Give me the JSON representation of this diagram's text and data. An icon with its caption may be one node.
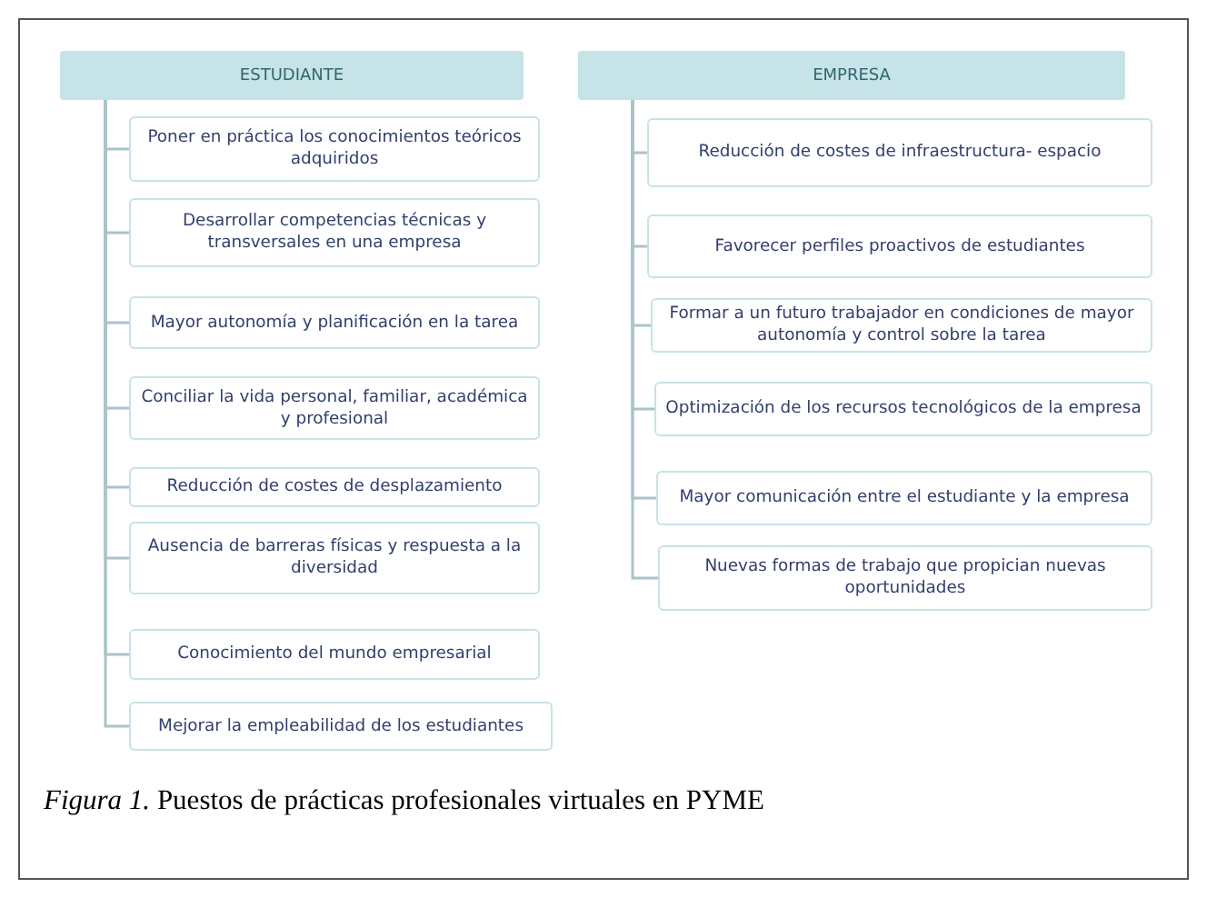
{
  "diagram": {
    "caption": "*Figura 1.* Puestos de prácticas profesionales virtuales en PYME",
    "nodes": [
      {
        "text": [
          "ESTUDIANTE"
        ]
      },
      {
        "text": [
          "Poner en práctica los conocimientos teóricos adquiridos"
        ]
      },
      {
        "text": [
          "Desarrollar competencias técnicas y transversales en una empresa"
        ]
      },
      {
        "text": [
          "Mayor autonomía y planificación en la tarea"
        ]
      },
      {
        "text": [
          "Conciliar la vida personal, familiar, académica y profesional"
        ]
      },
      {
        "text": [
          "Reducción de costes de desplazamiento"
        ]
      },
      {
        "text": [
          "Ausencia de barreras físicas y respuesta a la diversidad"
        ]
      },
      {
        "text": [
          "Conocimiento del mundo empresarial"
        ]
      },
      {
        "text": [
          "Mejorar la empleabilidad de los estudiantes"
        ]
      },
      {
        "text": [
          "EMPRESA"
        ]
      },
      {
        "text": [
          "Reducción de costes de infraestructura- espacio"
        ]
      },
      {
        "text": [
          "Favorecer perfiles proactivos de estudiantes"
        ]
      },
      {
        "text": [
          "Formar a un futuro trabajador en condiciones de mayor autonomía y control sobre la tarea"
        ]
      },
      {
        "text": [
          "Optimización de los recursos tecnológicos de la empresa"
        ]
      },
      {
        "text": [
          "Mayor comunicación entre el estudiante y la empresa"
        ]
      },
      {
        "text": [
          "Nuevas formas de trabajo que propician nuevas oportunidades"
        ]
      }
    ],
    "edges": [
      {
        "from": 0,
        "to": 1,
        "arrow": "none"
      },
      {
        "from": 0,
        "to": 2,
        "arrow": "none"
      },
      {
        "from": 0,
        "to": 3,
        "arrow": "none"
      },
      {
        "from": 0,
        "to": 4,
        "arrow": "none"
      },
      {
        "from": 0,
        "to": 5,
        "arrow": "none"
      },
      {
        "from": 0,
        "to": 6,
        "arrow": "none"
      },
      {
        "from": 0,
        "to": 7,
        "arrow": "none"
      },
      {
        "from": 0,
        "to": 8,
        "arrow": "none"
      },
      {
        "from": 9,
        "to": 10,
        "arrow": "none"
      },
      {
        "from": 9,
        "to": 11,
        "arrow": "none"
      },
      {
        "from": 9,
        "to": 12,
        "arrow": "none"
      },
      {
        "from": 9,
        "to": 13,
        "arrow": "none"
      },
      {
        "from": 9,
        "to": 14,
        "arrow": "none"
      },
      {
        "from": 9,
        "to": 15,
        "arrow": "none"
      }
    ]
  }
}
